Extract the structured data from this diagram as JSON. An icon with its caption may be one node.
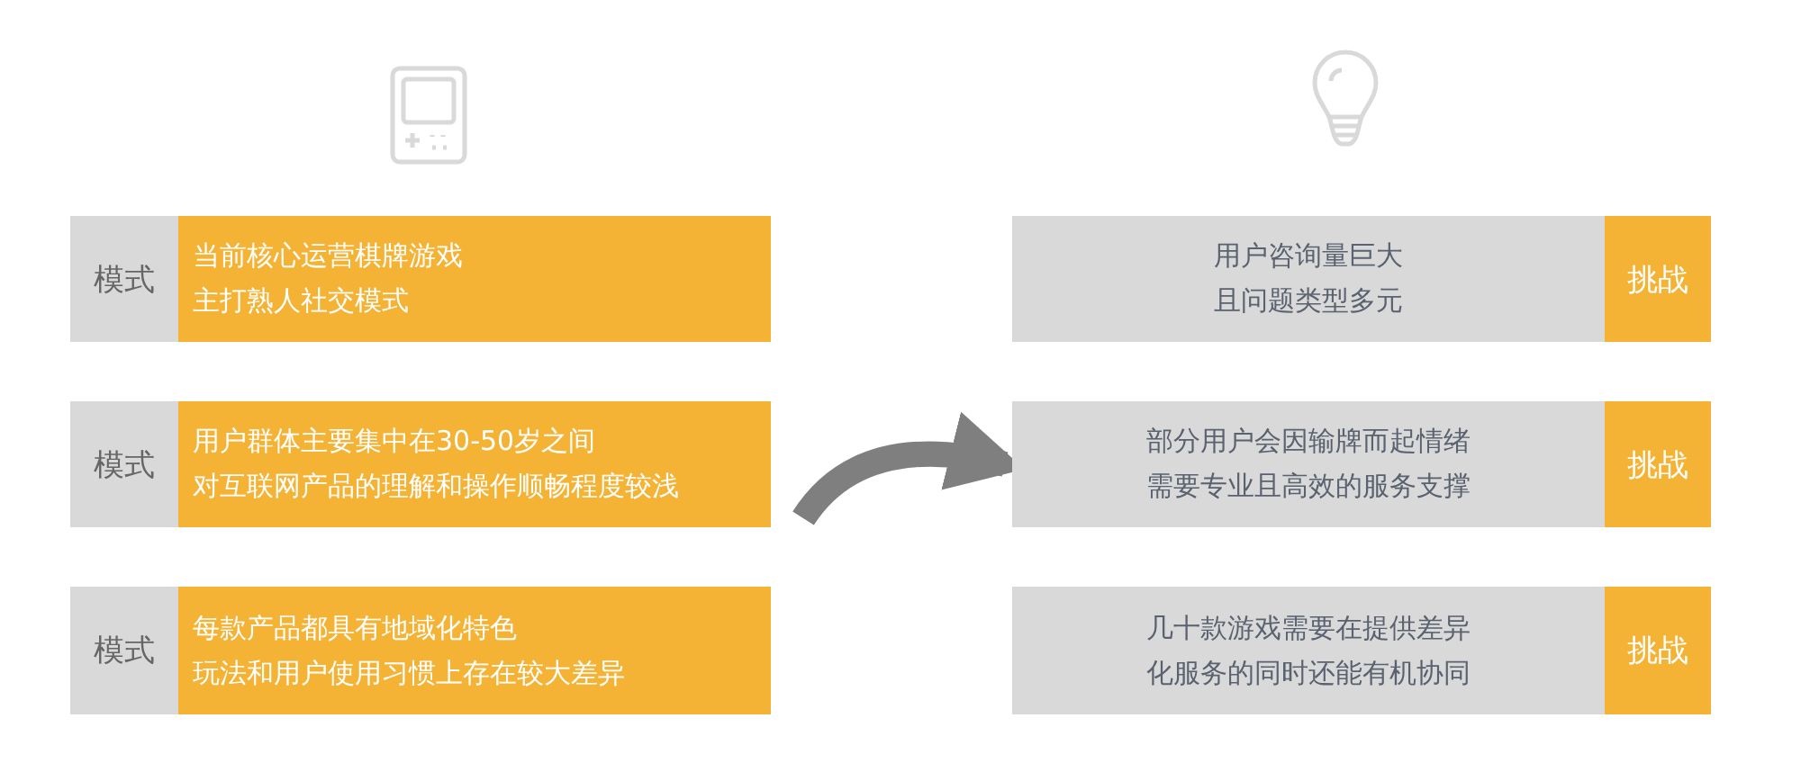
{
  "diagram": {
    "nodes": [
      {
        "text": [
          "模式"
        ]
      },
      {
        "text": [
          "当前核心运营棋牌游戏主打熟人社交模式"
        ]
      },
      {
        "text": [
          "模式"
        ]
      },
      {
        "text": [
          "用户群体主要集中在30-50岁之间对互联网产品的理解和操作顺畅程度较浅"
        ]
      },
      {
        "text": [
          "模式"
        ]
      },
      {
        "text": [
          "每款产品都具有地域化特色玩法和用户使用习惯上存在较大差异"
        ]
      },
      {
        "text": [
          "用户咨询量巨大且问题类型多元"
        ]
      },
      {
        "text": [
          "挑战"
        ]
      },
      {
        "text": [
          "部分用户会因输牌而起情绪需要专业且高效的服务支撑"
        ]
      },
      {
        "text": [
          "挑战"
        ]
      },
      {
        "text": [
          "几十款游戏需要在提供差异化服务的同时还能有机协同"
        ]
      },
      {
        "text": [
          "挑战"
        ]
      }
    ],
    "edges": [
      {
        "from": 3,
        "to": 8,
        "arrow": "to"
      }
    ]
  }
}
